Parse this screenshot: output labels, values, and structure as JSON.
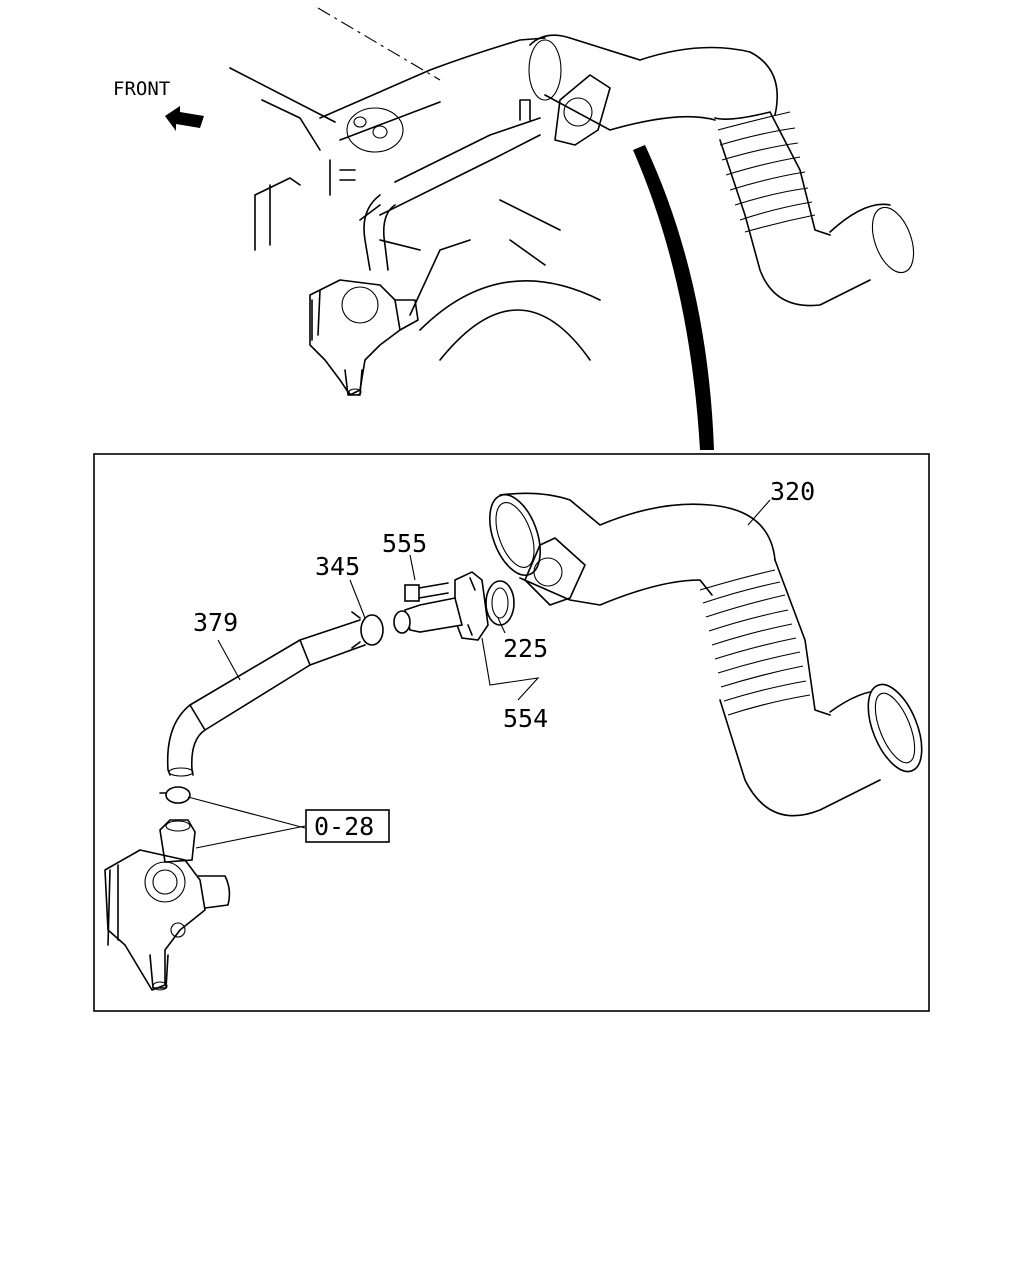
{
  "overview": {
    "front_label": "FRONT"
  },
  "callouts": {
    "p320": "320",
    "p555": "555",
    "p345": "345",
    "p379": "379",
    "p225": "225",
    "p554": "554",
    "ref": "0-28"
  }
}
